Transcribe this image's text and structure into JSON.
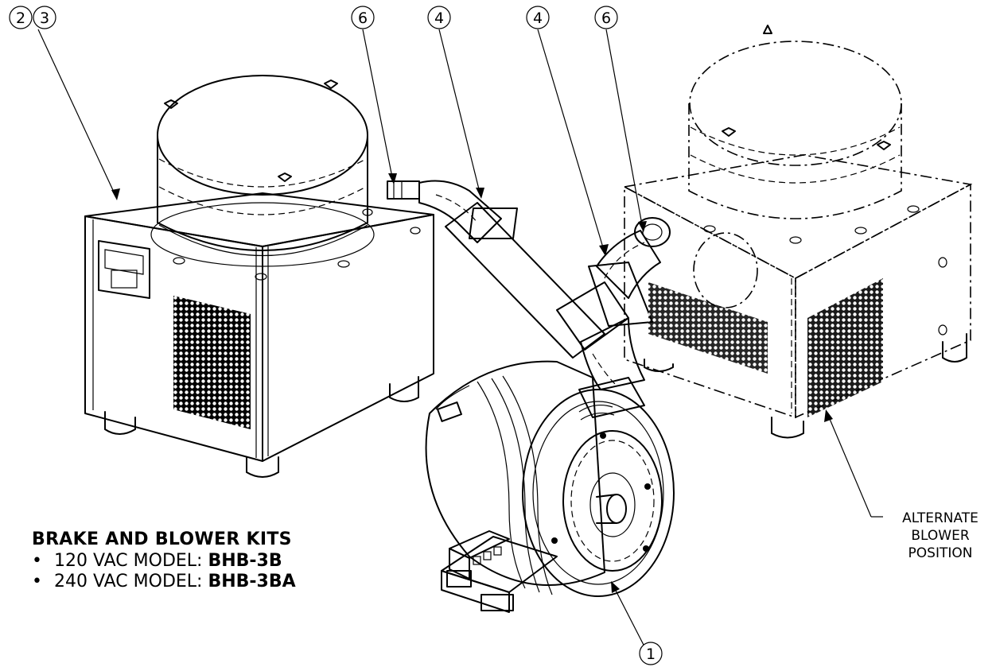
{
  "callouts": {
    "c1": "1",
    "c2": "2",
    "c3": "3",
    "c4a": "4",
    "c4b": "4",
    "c6a": "6",
    "c6b": "6"
  },
  "alternate_label": {
    "line1": "ALTERNATE",
    "line2": "BLOWER",
    "line3": "POSITION"
  },
  "kits": {
    "title": "BRAKE AND BLOWER KITS",
    "items": [
      {
        "bullet": "•",
        "prefix": "120 VAC MODEL: ",
        "model": "BHB-3B"
      },
      {
        "bullet": "•",
        "prefix": "240 VAC MODEL: ",
        "model": "BHB-3BA"
      }
    ]
  }
}
